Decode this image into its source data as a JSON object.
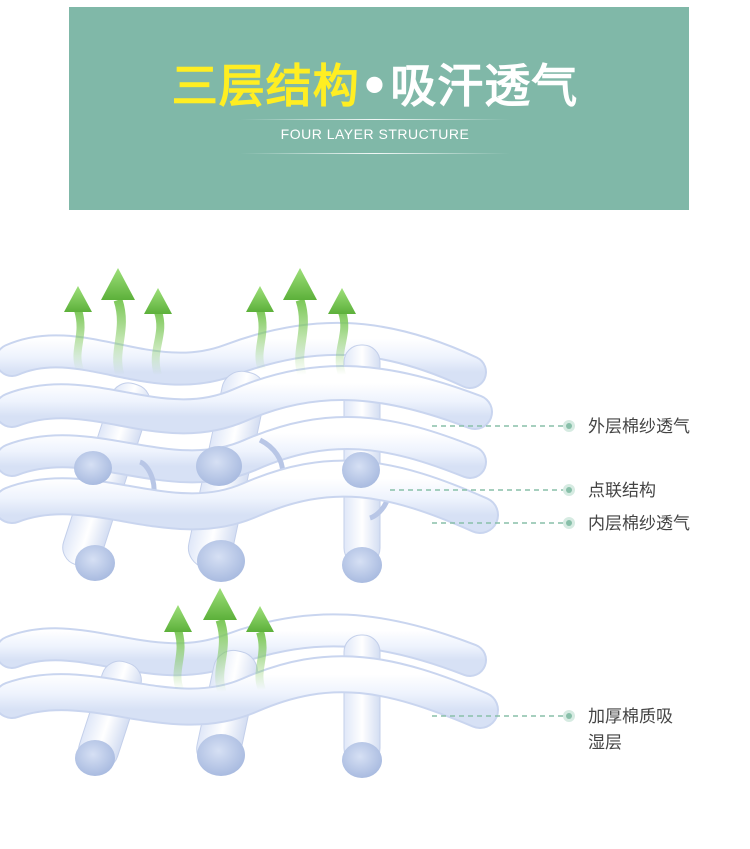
{
  "header": {
    "title_yellow": "三层结构",
    "title_dot": "•",
    "title_white": "吸汗透气",
    "subtitle": "FOUR LAYER STRUCTURE"
  },
  "labels": {
    "outer_layer": "外层棉纱透气",
    "link_structure": "点联结构",
    "inner_layer": "内层棉纱透气",
    "absorb_layer_line1": "加厚棉质吸",
    "absorb_layer_line2": "湿层"
  },
  "colors": {
    "banner_bg": "#80b8a8",
    "title_accent": "#ffee22",
    "arrow_green": "#7cc858",
    "fiber_light": "#eef3fd",
    "fiber_edge": "#b8c6e6",
    "leader_line": "#88bfa9"
  },
  "icons": [
    "up-arrow-icon",
    "dot-marker-icon"
  ]
}
